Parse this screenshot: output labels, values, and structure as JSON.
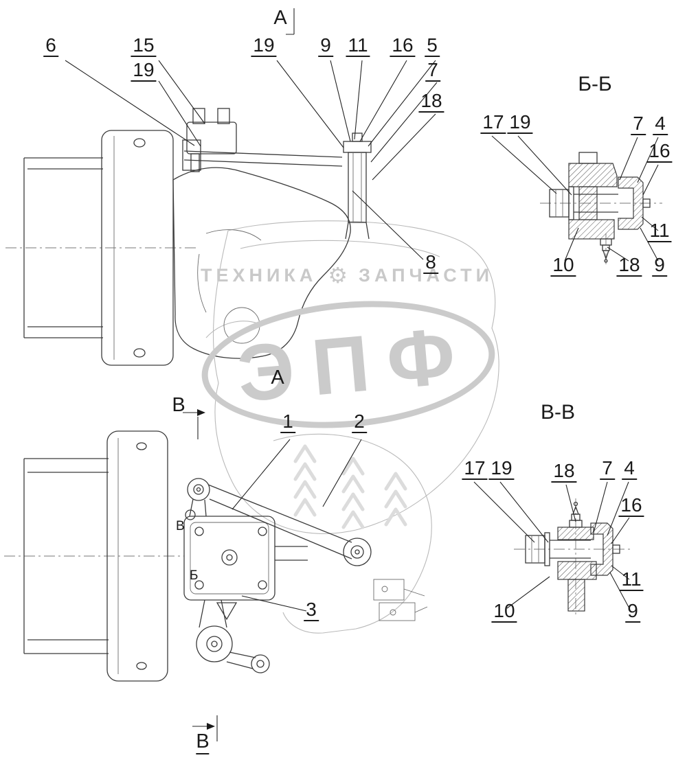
{
  "drawing": {
    "watermark": {
      "brand": "ЭПФ",
      "left": "ТЕХНИКА",
      "right": "ЗАПЧАСТИ",
      "gear": "⚙",
      "color": "#cbcbcb"
    },
    "titles": {
      "section_bb": "Б-Б",
      "section_vv": "В-В"
    },
    "markers": {
      "a_top": "А",
      "a_mid": "А",
      "v_mid": "В",
      "v_bottom": "В",
      "v_inner": "В",
      "b_inner": "Б"
    },
    "callouts_top": {
      "n6": "6",
      "n15": "15",
      "n19a": "19",
      "n19b": "19",
      "n9": "9",
      "n11": "11",
      "n16": "16",
      "n5": "5",
      "n7": "7",
      "n18": "18",
      "n8": "8"
    },
    "callouts_bb": {
      "n17": "17",
      "n19": "19",
      "n7": "7",
      "n4": "4",
      "n16": "16",
      "n11": "11",
      "n10": "10",
      "n18": "18",
      "n9": "9"
    },
    "callouts_lower": {
      "n1": "1",
      "n2": "2",
      "n3": "3"
    },
    "callouts_vv": {
      "n17": "17",
      "n19": "19",
      "n18": "18",
      "n7": "7",
      "n4": "4",
      "n16": "16",
      "n11": "11",
      "n10": "10",
      "n9": "9"
    }
  }
}
